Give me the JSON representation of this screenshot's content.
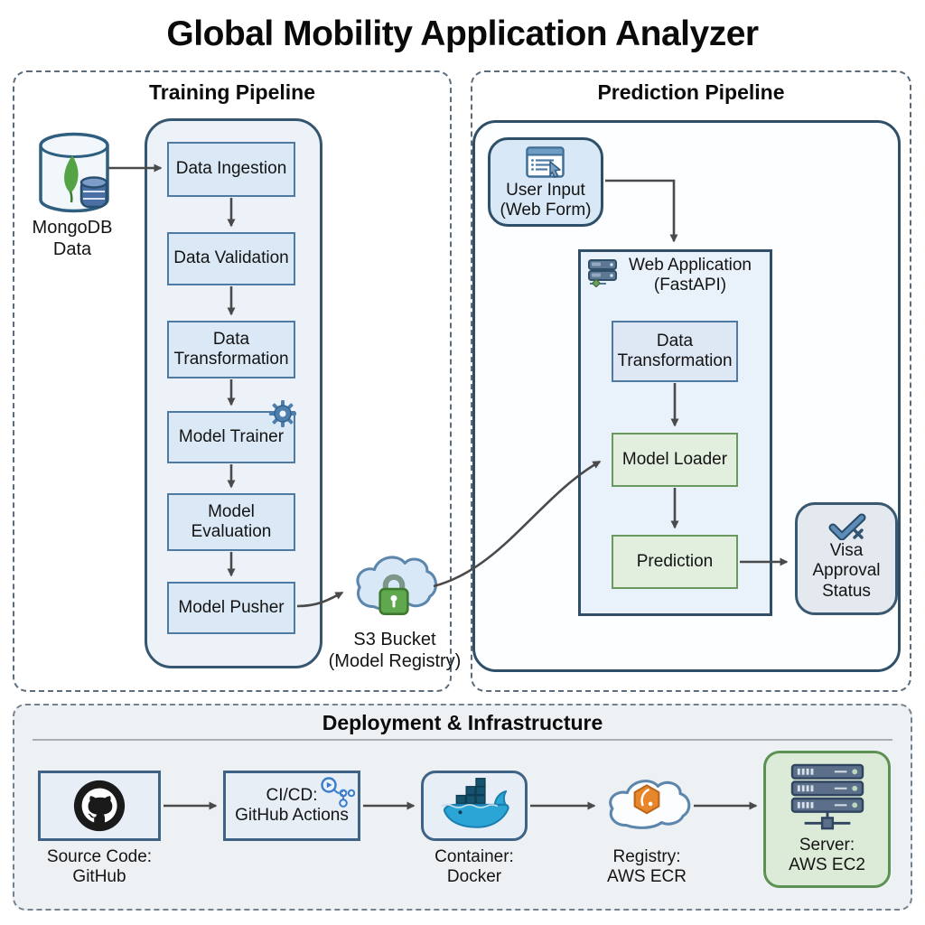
{
  "title": "Global Mobility Application Analyzer",
  "colors": {
    "box_blue_fill": "#dbe8f5",
    "box_blue_border": "#4e7aa3",
    "box_green_fill": "#e2efdf",
    "box_green_border": "#6a995f",
    "container_border": "#2f4f68",
    "arrow": "#4a4a4a",
    "deploy_panel_bg": "#eef1f3",
    "ec2_fill": "#dcebd7",
    "ec2_border": "#5d9154",
    "lock_green": "#5fa84d",
    "ecr_orange": "#e8862b",
    "docker_blue": "#2aa5d6"
  },
  "icons": {
    "mongodb": "mongodb-database-icon",
    "gear": "gear-icon",
    "s3": "cloud-lock-icon",
    "user_input": "web-form-cursor-icon",
    "webapp": "server-stack-icon",
    "visa": "double-check-x-icon",
    "github": "github-octocat-icon",
    "actions": "github-actions-workflow-icon",
    "docker": "docker-whale-icon",
    "ecr": "cloud-container-registry-icon",
    "ec2": "server-rack-icon"
  },
  "training": {
    "heading": "Training Pipeline",
    "source_label": "MongoDB\nData",
    "steps": [
      "Data Ingestion",
      "Data Validation",
      "Data\nTransformation",
      "Model Trainer",
      "Model\nEvaluation",
      "Model Pusher"
    ],
    "registry_label": "S3 Bucket\n(Model Registry)"
  },
  "prediction": {
    "heading": "Prediction Pipeline",
    "user_input_label": "User Input\n(Web Form)",
    "webapp_title": "Web Application\n(FastAPI)",
    "steps": [
      "Data\nTransformation",
      "Model Loader",
      "Prediction"
    ],
    "output_label": "Visa\nApproval\nStatus"
  },
  "deployment": {
    "heading": "Deployment & Infrastructure",
    "source_label": "Source Code:\nGitHub",
    "cicd_label": "CI/CD:\nGitHub Actions",
    "container_label": "Container:\nDocker",
    "registry_label": "Registry:\nAWS ECR",
    "server_label": "Server:\nAWS EC2"
  }
}
